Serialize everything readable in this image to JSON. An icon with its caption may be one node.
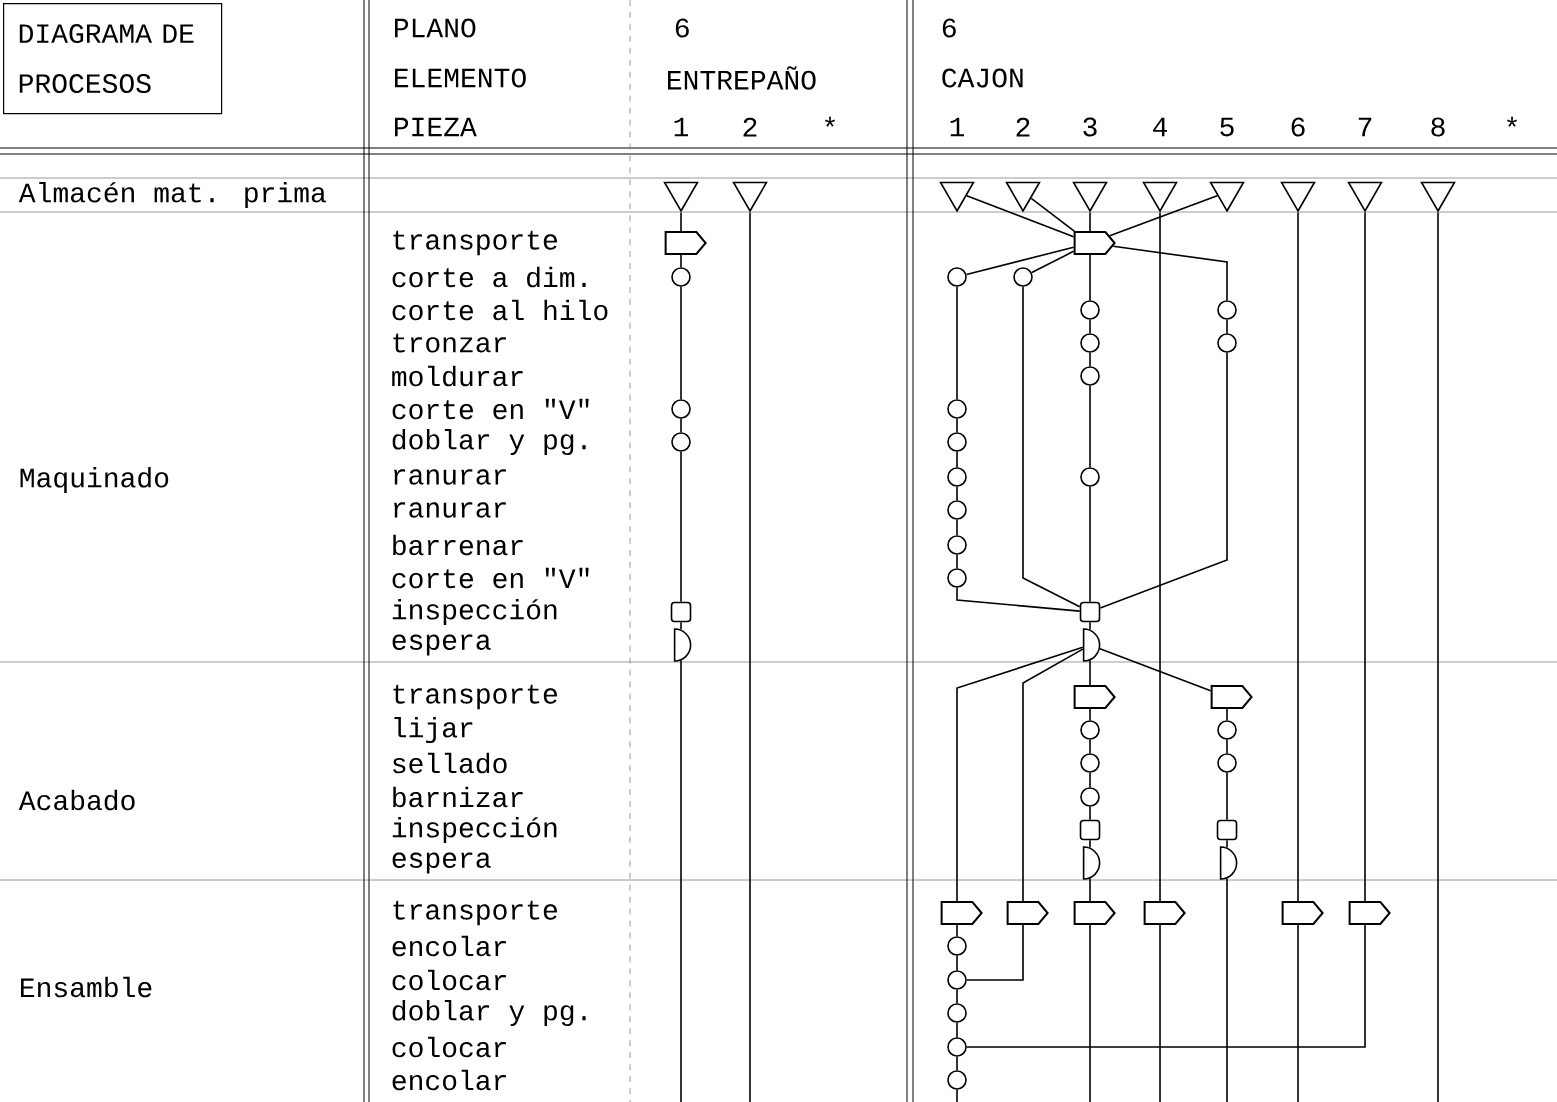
{
  "diagram": {
    "nodes": [
      {
        "text": [
          "DIAGRAMA DE PROCESOS"
        ]
      },
      {
        "text": [],
        "shape": "triangle"
      },
      {
        "text": [],
        "shape": "arrow"
      },
      {
        "text": [],
        "shape": "circle"
      },
      {
        "text": [],
        "shape": "circle"
      },
      {
        "text": [],
        "shape": "circle"
      },
      {
        "text": [],
        "shape": "square"
      },
      {
        "text": [],
        "shape": "semicircle"
      },
      {
        "text": [],
        "shape": "triangle"
      },
      {
        "text": [],
        "shape": "triangle"
      },
      {
        "text": [],
        "shape": "circle"
      },
      {
        "text": [],
        "shape": "circle"
      },
      {
        "text": [],
        "shape": "circle"
      },
      {
        "text": [],
        "shape": "circle"
      },
      {
        "text": [],
        "shape": "circle"
      },
      {
        "text": [],
        "shape": "circle"
      },
      {
        "text": [],
        "shape": "circle"
      },
      {
        "text": [],
        "shape": "arrow"
      },
      {
        "text": [],
        "shape": "circle"
      },
      {
        "text": [],
        "shape": "circle"
      },
      {
        "text": [],
        "shape": "circle"
      },
      {
        "text": [],
        "shape": "circle"
      },
      {
        "text": [],
        "shape": "circle"
      },
      {
        "text": [],
        "shape": "triangle"
      },
      {
        "text": [],
        "shape": "circle"
      },
      {
        "text": [],
        "shape": "arrow"
      },
      {
        "text": [],
        "shape": "triangle"
      },
      {
        "text": [],
        "shape": "arrow"
      },
      {
        "text": [],
        "shape": "circle"
      },
      {
        "text": [],
        "shape": "circle"
      },
      {
        "text": [],
        "shape": "circle"
      },
      {
        "text": [],
        "shape": "circle"
      },
      {
        "text": [],
        "shape": "square"
      },
      {
        "text": [],
        "shape": "semicircle"
      },
      {
        "text": [],
        "shape": "arrow"
      },
      {
        "text": [],
        "shape": "circle"
      },
      {
        "text": [],
        "shape": "circle"
      },
      {
        "text": [],
        "shape": "circle"
      },
      {
        "text": [],
        "shape": "square"
      },
      {
        "text": [],
        "shape": "semicircle"
      },
      {
        "text": [],
        "shape": "arrow"
      },
      {
        "text": [],
        "shape": "triangle"
      },
      {
        "text": [],
        "shape": "arrow"
      },
      {
        "text": [],
        "shape": "triangle"
      },
      {
        "text": [],
        "shape": "circle"
      },
      {
        "text": [],
        "shape": "circle"
      },
      {
        "text": [],
        "shape": "arrow"
      },
      {
        "text": [],
        "shape": "circle"
      },
      {
        "text": [],
        "shape": "circle"
      },
      {
        "text": [],
        "shape": "square"
      },
      {
        "text": [],
        "shape": "semicircle"
      },
      {
        "text": [],
        "shape": "triangle"
      },
      {
        "text": [],
        "shape": "arrow"
      },
      {
        "text": [],
        "shape": "triangle"
      },
      {
        "text": [],
        "shape": "arrow"
      },
      {
        "text": [],
        "shape": "triangle"
      }
    ],
    "edges": [
      {
        "from": 1,
        "to": 2,
        "arrow": "none"
      },
      {
        "from": 2,
        "to": 3,
        "arrow": "none"
      },
      {
        "from": 3,
        "to": 4,
        "arrow": "none"
      },
      {
        "from": 4,
        "to": 5,
        "arrow": "none"
      },
      {
        "from": 5,
        "to": 6,
        "arrow": "none"
      },
      {
        "from": 6,
        "to": 7,
        "arrow": "none"
      },
      {
        "from": 7,
        "to": null,
        "arrow": "none"
      },
      {
        "from": 8,
        "to": null,
        "arrow": "none"
      },
      {
        "from": 9,
        "to": 27,
        "arrow": "none"
      },
      {
        "from": 27,
        "to": 10,
        "arrow": "none"
      },
      {
        "from": 10,
        "to": 11,
        "arrow": "none"
      },
      {
        "from": 11,
        "to": 12,
        "arrow": "none"
      },
      {
        "from": 12,
        "to": 13,
        "arrow": "none"
      },
      {
        "from": 13,
        "to": 14,
        "arrow": "none"
      },
      {
        "from": 14,
        "to": 15,
        "arrow": "none"
      },
      {
        "from": 15,
        "to": 16,
        "arrow": "none"
      },
      {
        "from": 16,
        "to": 32,
        "arrow": "none"
      },
      {
        "from": 33,
        "to": 17,
        "arrow": "none"
      },
      {
        "from": 17,
        "to": 18,
        "arrow": "none"
      },
      {
        "from": 18,
        "to": 19,
        "arrow": "none"
      },
      {
        "from": 19,
        "to": 20,
        "arrow": "none"
      },
      {
        "from": 20,
        "to": 21,
        "arrow": "none"
      },
      {
        "from": 21,
        "to": 22,
        "arrow": "none"
      },
      {
        "from": 22,
        "to": null,
        "arrow": "none"
      },
      {
        "from": 23,
        "to": 27,
        "arrow": "none"
      },
      {
        "from": 27,
        "to": 24,
        "arrow": "none"
      },
      {
        "from": 24,
        "to": 32,
        "arrow": "none"
      },
      {
        "from": 33,
        "to": 25,
        "arrow": "none"
      },
      {
        "from": 25,
        "to": 19,
        "arrow": "none"
      },
      {
        "from": 26,
        "to": 27,
        "arrow": "none"
      },
      {
        "from": 27,
        "to": 28,
        "arrow": "none"
      },
      {
        "from": 28,
        "to": 29,
        "arrow": "none"
      },
      {
        "from": 29,
        "to": 30,
        "arrow": "none"
      },
      {
        "from": 30,
        "to": 31,
        "arrow": "none"
      },
      {
        "from": 31,
        "to": 32,
        "arrow": "none"
      },
      {
        "from": 32,
        "to": 33,
        "arrow": "none"
      },
      {
        "from": 33,
        "to": 34,
        "arrow": "none"
      },
      {
        "from": 34,
        "to": 35,
        "arrow": "none"
      },
      {
        "from": 35,
        "to": 36,
        "arrow": "none"
      },
      {
        "from": 36,
        "to": 37,
        "arrow": "none"
      },
      {
        "from": 37,
        "to": 38,
        "arrow": "none"
      },
      {
        "from": 38,
        "to": 39,
        "arrow": "none"
      },
      {
        "from": 39,
        "to": 40,
        "arrow": "none"
      },
      {
        "from": 40,
        "to": null,
        "arrow": "none"
      },
      {
        "from": 41,
        "to": 42,
        "arrow": "none"
      },
      {
        "from": 42,
        "to": null,
        "arrow": "none"
      },
      {
        "from": 43,
        "to": 27,
        "arrow": "none"
      },
      {
        "from": 27,
        "to": 44,
        "arrow": "none"
      },
      {
        "from": 44,
        "to": 45,
        "arrow": "none"
      },
      {
        "from": 45,
        "to": 32,
        "arrow": "none"
      },
      {
        "from": 33,
        "to": 46,
        "arrow": "none"
      },
      {
        "from": 46,
        "to": 47,
        "arrow": "none"
      },
      {
        "from": 47,
        "to": 48,
        "arrow": "none"
      },
      {
        "from": 48,
        "to": 49,
        "arrow": "none"
      },
      {
        "from": 49,
        "to": 50,
        "arrow": "none"
      },
      {
        "from": 50,
        "to": null,
        "arrow": "none"
      },
      {
        "from": 51,
        "to": 52,
        "arrow": "none"
      },
      {
        "from": 52,
        "to": null,
        "arrow": "none"
      },
      {
        "from": 53,
        "to": 54,
        "arrow": "none"
      },
      {
        "from": 54,
        "to": 21,
        "arrow": "none"
      },
      {
        "from": 55,
        "to": null,
        "arrow": "none"
      }
    ],
    "labels": [
      "PLANO",
      "6",
      "6",
      "ELEMENTO",
      "ENTREPAÑO",
      "CAJON",
      "PIEZA",
      "1",
      "2",
      "*",
      "1",
      "2",
      "3",
      "4",
      "5",
      "6",
      "7",
      "8",
      "*",
      "Almacén mat. prima",
      "Maquinado",
      "transporte",
      "corte a dim.",
      "corte al hilo",
      "tronzar",
      "moldurar",
      "corte en \"V\"",
      "doblar y pg.",
      "ranurar",
      "ranurar",
      "barrenar",
      "corte en \"V\"",
      "inspección",
      "espera",
      "Acabado",
      "transporte",
      "lijar",
      "sellado",
      "barnizar",
      "inspección",
      "espera",
      "Ensamble",
      "transporte",
      "encolar",
      "colocar",
      "doblar y pg.",
      "colocar",
      "encolar"
    ]
  }
}
